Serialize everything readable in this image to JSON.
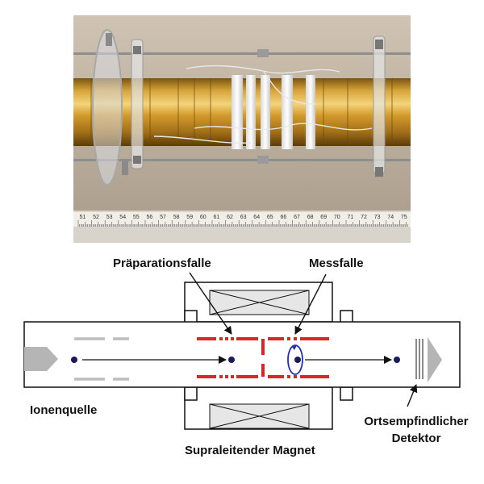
{
  "labels": {
    "prep_trap": "Präparationsfalle",
    "measure_trap": "Messfalle",
    "ion_source": "Ionenquelle",
    "detector_line1": "Ortsempfindlicher",
    "detector_line2": "Detektor",
    "magnet": "Supraleitender Magnet"
  },
  "ruler_numbers": [
    "51",
    "52",
    "53",
    "54",
    "55",
    "56",
    "57",
    "58",
    "59",
    "60",
    "61",
    "62",
    "63",
    "64",
    "65",
    "66",
    "67",
    "68",
    "69",
    "70",
    "71",
    "72",
    "73",
    "74",
    "75"
  ],
  "colors": {
    "electrode_red": "#d62828",
    "ion_dot": "#1a1a5c",
    "orbit_blue": "#1f2fb0",
    "gold": "#c99a2e",
    "ghost_electrode": "#bdbdbd"
  }
}
